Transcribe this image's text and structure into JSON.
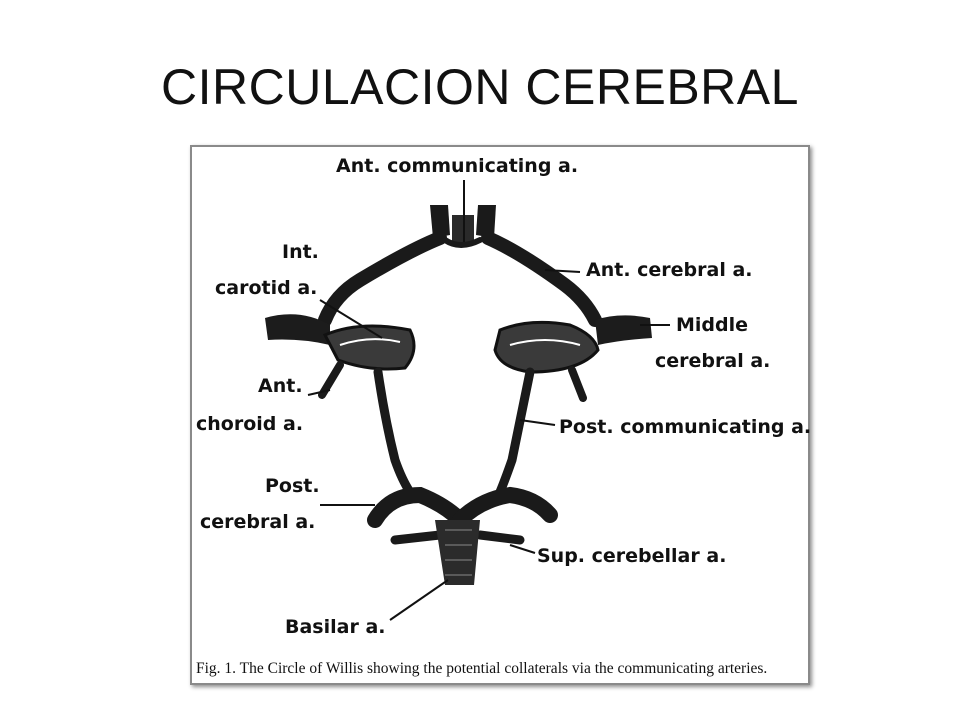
{
  "title": "CIRCULACION CEREBRAL",
  "figure": {
    "labels": {
      "ant_communicating": "Ant. communicating a.",
      "int_carotid_line1": "Int.",
      "int_carotid_line2": "carotid a.",
      "ant_cerebral": "Ant. cerebral a.",
      "middle_cerebral_line1": "Middle",
      "middle_cerebral_line2": "cerebral a.",
      "ant_choroid_line1": "Ant.",
      "ant_choroid_line2": "choroid a.",
      "post_communicating": "Post. communicating a.",
      "post_cerebral_line1": "Post.",
      "post_cerebral_line2": "cerebral a.",
      "sup_cerebellar": "Sup. cerebellar a.",
      "basilar": "Basilar a."
    },
    "caption": "Fig. 1. The Circle of Willis showing the potential collaterals via the communicating arteries."
  }
}
